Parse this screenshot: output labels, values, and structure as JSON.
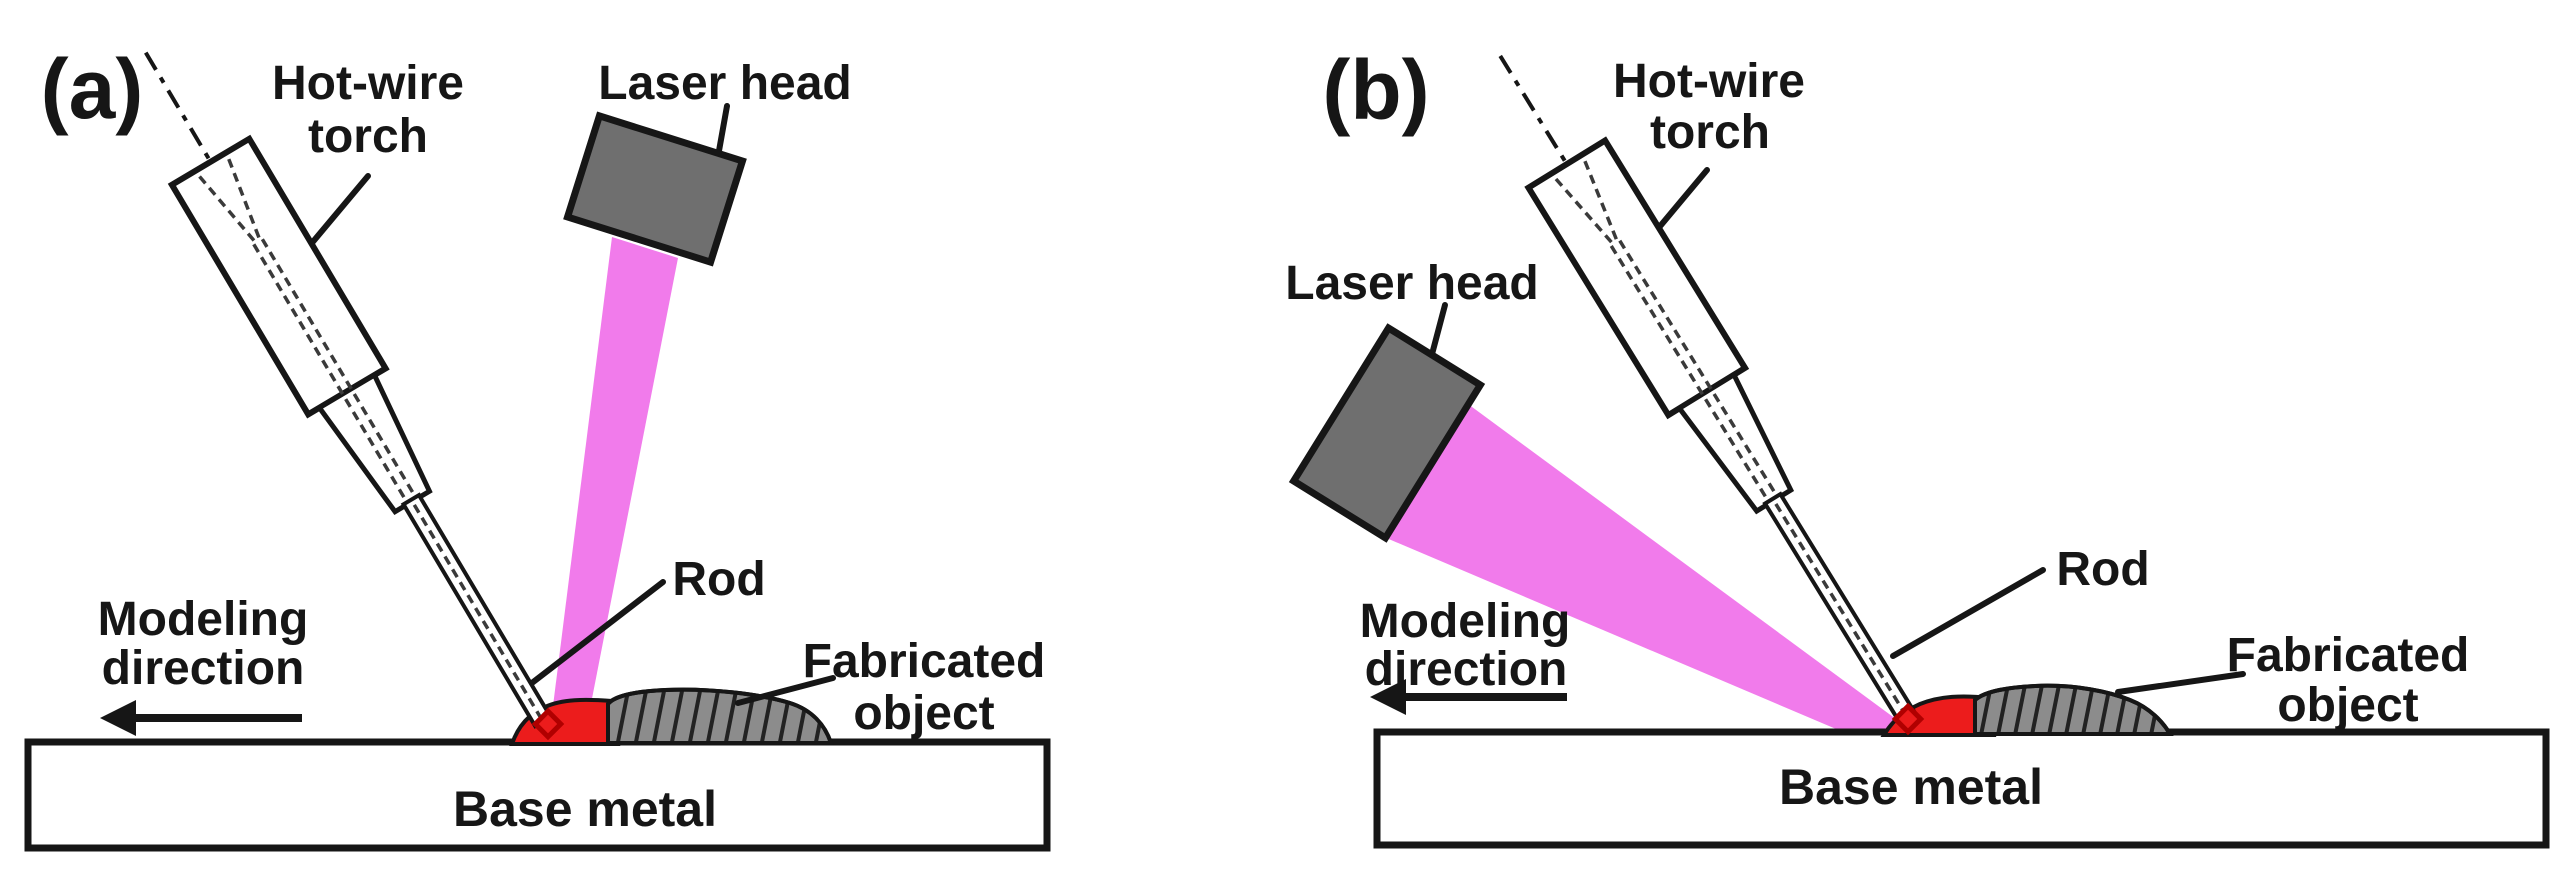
{
  "figure": {
    "description_colors": {
      "laser_beam": "#F17BEB",
      "laser_head_fill": "#6F6F6F",
      "molten_pool": "#EC1C1C",
      "diamond_outline": "#B00000",
      "bead_fill": "#8C8C8C",
      "line_black": "#161616",
      "background": "#FFFFFF"
    }
  },
  "colors": {
    "laser_beam": "#F17BEB",
    "laser_head_fill": "#6F6F6F",
    "molten_pool": "#EC1C1C",
    "diamond_outline": "#B00000",
    "bead_fill": "#8C8C8C",
    "line_black": "#161616"
  },
  "panel_a": {
    "tag": "(a)",
    "labels": {
      "hotwire_1": "Hot-wire",
      "hotwire_2": "torch",
      "laser_head": "Laser head",
      "rod": "Rod",
      "modeling_1": "Modeling",
      "modeling_2": "direction",
      "fabricated_1": "Fabricated",
      "fabricated_2": "object",
      "base_metal": "Base metal"
    }
  },
  "panel_b": {
    "tag": "(b)",
    "labels": {
      "hotwire_1": "Hot-wire",
      "hotwire_2": "torch",
      "laser_head": "Laser head",
      "rod": "Rod",
      "modeling_1": "Modeling",
      "modeling_2": "direction",
      "fabricated_1": "Fabricated",
      "fabricated_2": "object",
      "base_metal": "Base metal"
    }
  }
}
